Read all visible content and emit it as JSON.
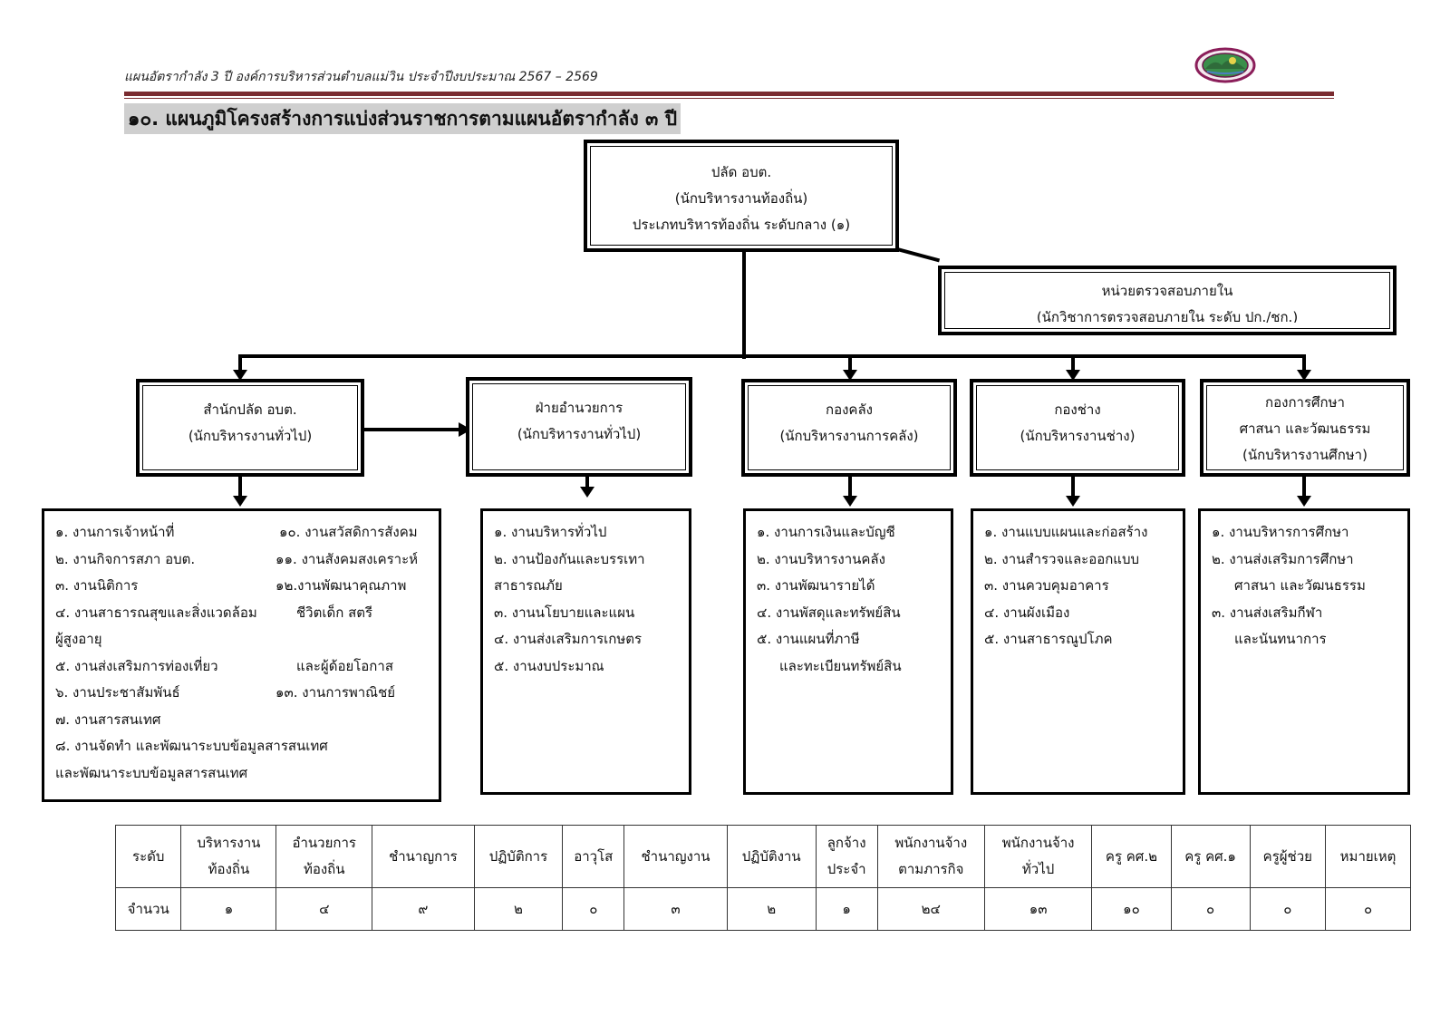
{
  "header": {
    "text": "แผนอัตรากำลัง 3 ปี องค์การบริหารส่วนตำบลแม่วิน   ประจำปีงบประมาณ 2567 – 2569",
    "logo_icon": "organization-seal"
  },
  "section_title": "๑๐. แผนภูมิโครงสร้างการแบ่งส่วนราชการตามแผนอัตรากำลัง ๓ ปี",
  "chart": {
    "top": {
      "line1": "ปลัด อบต.",
      "line2": "(นักบริหารงานท้องถิ่น)",
      "line3": "ประเภทบริหารท้องถิ่น ระดับกลาง (๑)"
    },
    "audit": {
      "line1": "หน่วยตรวจสอบภายใน",
      "line2": "(นักวิชาการตรวจสอบภายใน ระดับ ปก./ชก.)"
    },
    "divisions": [
      {
        "line1": "สำนักปลัด อบต.",
        "line2": "(นักบริหารงานทั่วไป)"
      },
      {
        "line1": "ฝ่ายอำนวยการ",
        "line2": "(นักบริหารงานทั่วไป)"
      },
      {
        "line1": "กองคลัง",
        "line2": "(นักบริหารงานการคลัง)"
      },
      {
        "line1": "กองช่าง",
        "line2": "(นักบริหารงานช่าง)"
      },
      {
        "line1": "กองการศึกษา",
        "line2": "ศาสนา และวัฒนธรรม",
        "line3": "(นักบริหารงานศึกษา)"
      }
    ],
    "office_tasks": {
      "left": [
        "๑. งานการเจ้าหน้าที่",
        "๒. งานกิจการสภา  อบต.",
        "๓. งานนิติการ",
        "๔. งานสาธารณสุขและสิ่งแวดล้อม",
        "ผู้สูงอายุ",
        "๕. งานส่งเสริมการท่องเที่ยว",
        "๖. งานประชาสัมพันธ์",
        "๗. งานสารสนเทศ",
        "๘. งานจัดทำ และพัฒนาระบบข้อมูลสารสนเทศ",
        "และพัฒนาระบบข้อมูลสารสนเทศ"
      ],
      "right": [
        "๑๐. งานสวัสดิการสังคม",
        "๑๑. งานสังคมสงเคราะห์",
        "๑๒.งานพัฒนาคุณภาพ",
        "ชีวิตเด็ก สตรี",
        "",
        "และผู้ด้อยโอกาส",
        "๑๓. งานการพาณิชย์",
        "",
        "",
        ""
      ]
    },
    "admin_tasks": [
      "๑. งานบริหารทั่วไป",
      "๒. งานป้องกันและบรรเทา",
      "สาธารณภัย",
      "๓. งานนโยบายและแผน",
      "๔. งานส่งเสริมการเกษตร",
      "๕. งานงบประมาณ"
    ],
    "finance_tasks": [
      "๑. งานการเงินและบัญชี",
      "๒. งานบริหารงานคลัง",
      "๓. งานพัฒนารายได้",
      "๔. งานพัสดุและทรัพย์สิน",
      "๕. งานแผนที่ภาษี",
      "และทะเบียนทรัพย์สิน"
    ],
    "works_tasks": [
      "๑. งานแบบแผนและก่อสร้าง",
      "๒. งานสำรวจและออกแบบ",
      "๓. งานควบคุมอาคาร",
      "๔. งานผังเมือง",
      "๕. งานสาธารณูปโภค"
    ],
    "education_tasks": [
      "๑. งานบริหารการศึกษา",
      "๒. งานส่งเสริมการศึกษา",
      "ศาสนา และวัฒนธรรม",
      "๓. งานส่งเสริมกีฬา",
      "และนันทนาการ"
    ]
  },
  "staff_table": {
    "row_label_level": "ระดับ",
    "row_label_count": "จำนวน",
    "columns": [
      {
        "line1": "บริหารงาน",
        "line2": "ท้องถิ่น",
        "value": "๑"
      },
      {
        "line1": "อำนวยการ",
        "line2": "ท้องถิ่น",
        "value": "๔"
      },
      {
        "line1": "ชำนาญการ",
        "line2": "",
        "value": "๙"
      },
      {
        "line1": "ปฏิบัติการ",
        "line2": "",
        "value": "๒"
      },
      {
        "line1": "อาวุโส",
        "line2": "",
        "value": "๐"
      },
      {
        "line1": "ชำนาญงาน",
        "line2": "",
        "value": "๓"
      },
      {
        "line1": "ปฏิบัติงาน",
        "line2": "",
        "value": "๒"
      },
      {
        "line1": "ลูกจ้าง",
        "line2": "ประจำ",
        "value": "๑"
      },
      {
        "line1": "พนักงานจ้าง",
        "line2": "ตามภารกิจ",
        "value": "๒๔"
      },
      {
        "line1": "พนักงานจ้าง",
        "line2": "ทั่วไป",
        "value": "๑๓"
      },
      {
        "line1": "ครู คศ.๒",
        "line2": "",
        "value": "๑๐"
      },
      {
        "line1": "ครู คศ.๑",
        "line2": "",
        "value": "๐"
      },
      {
        "line1": "ครูผู้ช่วย",
        "line2": "",
        "value": "๐"
      },
      {
        "line1": "หมายเหตุ",
        "line2": "",
        "value": "๐"
      }
    ]
  }
}
